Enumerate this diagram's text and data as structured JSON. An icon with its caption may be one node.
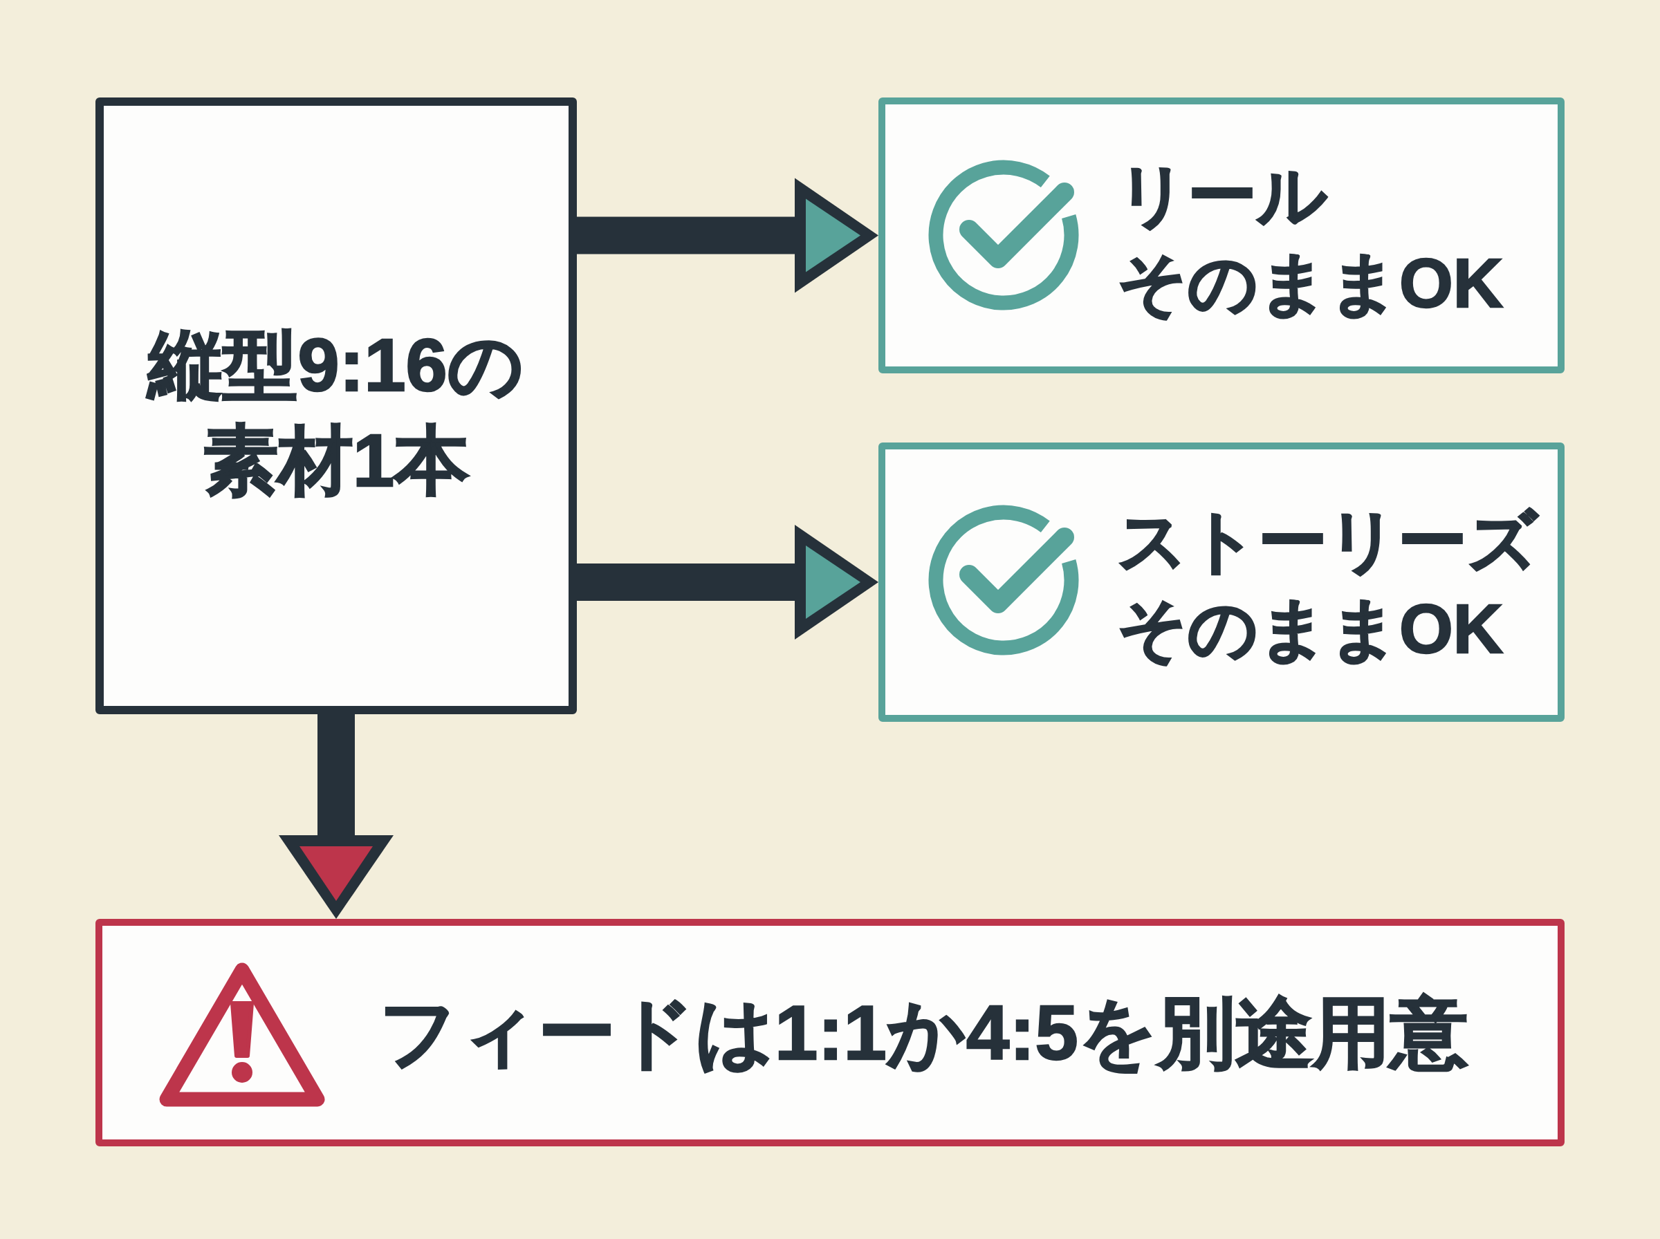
{
  "diagram": {
    "nodes": [
      {
        "text": [
          "縦型9:16の素材1本"
        ]
      },
      {
        "text": [
          "リール",
          "そのままOK"
        ]
      },
      {
        "text": [
          "ストーリーズ",
          "そのままOK"
        ]
      },
      {
        "text": [
          "フィードは1:1か4:5を別途用意"
        ]
      }
    ],
    "edges": [
      {
        "from": 0,
        "to": 1,
        "arrow": "to"
      },
      {
        "from": 0,
        "to": 2,
        "arrow": "to"
      },
      {
        "from": 0,
        "to": 3,
        "arrow": "to"
      }
    ]
  }
}
